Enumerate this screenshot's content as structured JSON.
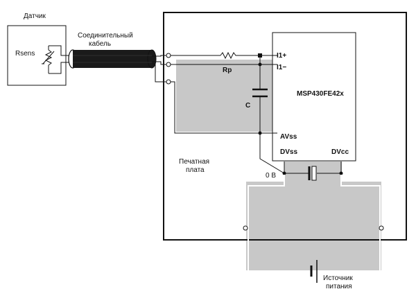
{
  "sensor": {
    "title": "Датчик",
    "resistor_label": "Rsens"
  },
  "cable": {
    "label_line1": "Соединительный",
    "label_line2": "кабель"
  },
  "components": {
    "rp_label": "Rp",
    "c_label": "C"
  },
  "chip": {
    "name": "MSP430FE42x",
    "pin_i1p": "I1+",
    "pin_i1m": "I1−",
    "pin_avss": "AVss",
    "pin_dvss": "DVss",
    "pin_dvcc": "DVcc"
  },
  "board": {
    "label_line1": "Печатная",
    "label_line2": "плата",
    "zero_v": "0 В"
  },
  "power": {
    "label_line1": "Источник",
    "label_line2": "питания"
  },
  "colors": {
    "shade": "#c8c8c8",
    "wire": "#111111",
    "cable": "#1a1a1a"
  }
}
